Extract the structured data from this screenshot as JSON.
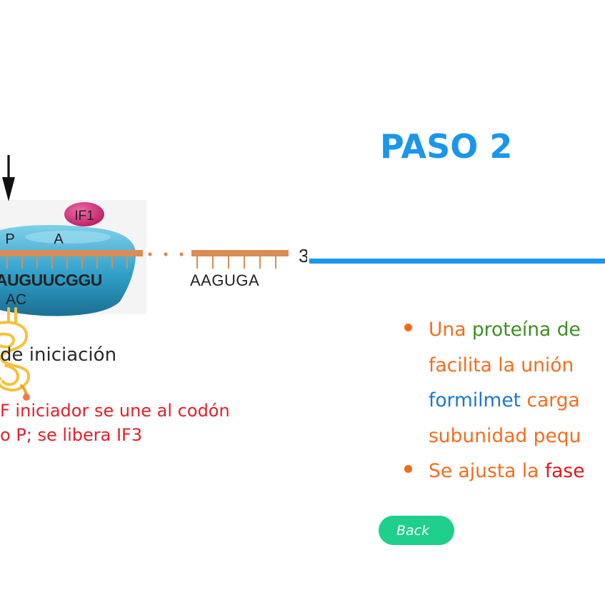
{
  "diagram": {
    "if1_label": "IF1",
    "site_p": "P",
    "site_a": "A",
    "end_label": "3′",
    "sequence_left": "AUGUUCGGU",
    "sequence_right": "AAGUGA",
    "anticodon": "AC",
    "caption": "de iniciación",
    "description_lines": [
      "F iniciador se une al codón",
      "o P; se libera IF3"
    ]
  },
  "slide": {
    "title": "PASO 2",
    "bullets": [
      {
        "lines": [
          [
            {
              "text": "Una ",
              "color": "orange"
            },
            {
              "text": "proteína de",
              "color": "green"
            }
          ],
          [
            {
              "text": "facilita la unión",
              "color": "orange"
            }
          ],
          [
            {
              "text": "formilmet",
              "color": "blue"
            },
            {
              "text": " carga",
              "color": "orange"
            }
          ],
          [
            {
              "text": "subunidad pequ",
              "color": "orange"
            }
          ]
        ]
      },
      {
        "lines": [
          [
            {
              "text": "Se ajusta la ",
              "color": "orange"
            },
            {
              "text": "fase",
              "color": "red"
            }
          ]
        ]
      }
    ],
    "back_label": "Back"
  },
  "colors": {
    "title": "#1a96ea",
    "divider": "#1c96e8",
    "back_button": "#1fcf8c",
    "mrna": "#d98c55",
    "ribosome": "#3aa6cc",
    "if1": "#c8286e",
    "trna": "#f2c23c",
    "description": "#e2202a"
  },
  "icons": {
    "arrow": "arrow-down-icon",
    "bullet": "bullet-dot-icon"
  }
}
